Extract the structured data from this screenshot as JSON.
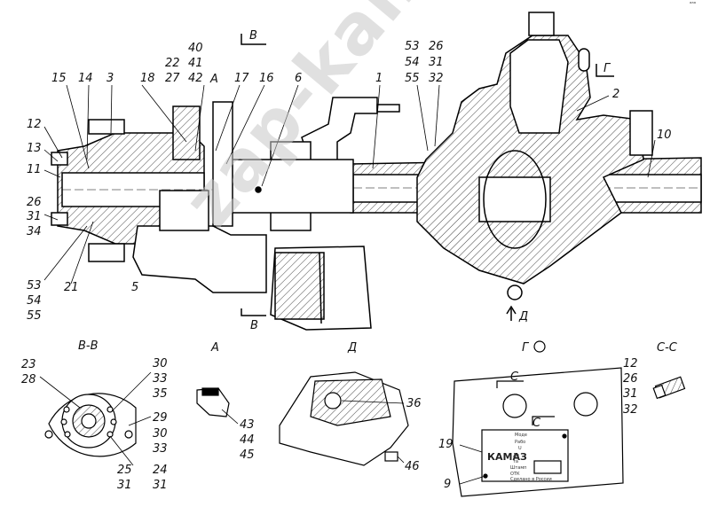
{
  "corner_mark": "ᵃᵃᵃ",
  "watermark": "zap-kam.ru",
  "brand": "КАМАЗ",
  "plate_lines": [
    "Моде",
    "Рабо",
    "U",
    "Да",
    "та",
    "Штамп",
    "ОТК",
    "Сделано в России"
  ],
  "sections": {
    "B_top": "В",
    "B_bottom": "В",
    "G_top": "Г",
    "D_arrow": "Д",
    "A_main": "А",
    "BB": "В-В",
    "A_view": "А",
    "D_view": "Д",
    "G_view": "Г",
    "CC": "С-С",
    "C_top": "С",
    "C_bottom": "С"
  },
  "labels": {
    "l15": "15",
    "l14": "14",
    "l3": "3",
    "l12": "12",
    "l13": "13",
    "l11": "11",
    "l26": "26",
    "l31": "31",
    "l34": "34",
    "l53": "53",
    "l54": "54",
    "l55": "55",
    "l21": "21",
    "l5": "5",
    "l18": "18",
    "l22": "22",
    "l27": "27",
    "l40": "40",
    "l41": "41",
    "l42": "42",
    "l17": "17",
    "l16": "16",
    "l6": "6",
    "l1": "1",
    "r53": "53",
    "r54": "54",
    "r55": "55",
    "r26": "26",
    "r31": "31",
    "r32": "32",
    "l2": "2",
    "l10": "10",
    "b23": "23",
    "b28": "28",
    "b30a": "30",
    "b33a": "33",
    "b35": "35",
    "b29": "29",
    "b30b": "30",
    "b33b": "33",
    "b25": "25",
    "b24": "24",
    "b31a": "31",
    "b31b": "31",
    "a43": "43",
    "a44": "44",
    "a45": "45",
    "d36": "36",
    "d46": "46",
    "g19": "19",
    "g9": "9",
    "c12": "12",
    "c26": "26",
    "c31": "31",
    "c32": "32"
  }
}
